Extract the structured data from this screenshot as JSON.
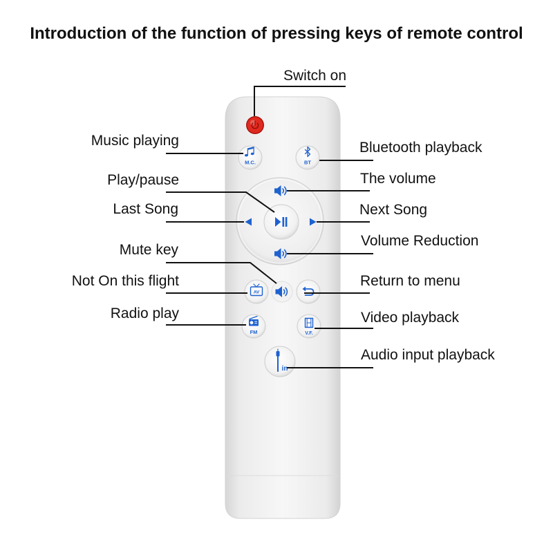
{
  "title": "Introduction of the function of pressing keys of remote control",
  "labels": {
    "switch_on": "Switch on",
    "music_playing": "Music playing",
    "bluetooth_playback": "Bluetooth playback",
    "play_pause": "Play/pause",
    "the_volume": "The volume",
    "last_song": "Last Song",
    "next_song": "Next Song",
    "volume_reduction": "Volume Reduction",
    "mute_key": "Mute key",
    "not_on_this_flight": "Not On this flight",
    "return_to_menu": "Return to menu",
    "radio_play": "Radio play",
    "video_playback": "Video playback",
    "audio_input_playback": "Audio input playback"
  },
  "remote": {
    "button_text": {
      "mc": "M.C.",
      "bt": "BT",
      "av": "AV",
      "fm": "FM",
      "vf": "V.F.",
      "line_in": "in"
    },
    "icons": [
      "power-icon",
      "music-note-icon",
      "bluetooth-icon",
      "volume-up-icon",
      "play-pause-icon",
      "previous-arrow-icon",
      "next-arrow-icon",
      "volume-down-icon",
      "tv-icon",
      "mute-speaker-icon",
      "return-arrow-icon",
      "radio-icon",
      "film-icon",
      "line-in-plug-icon"
    ]
  },
  "colors": {
    "power": "#e02a1f",
    "power_symbol": "#8a0c08",
    "icon": "#1e62d0",
    "line": "#111111",
    "text": "#111111"
  }
}
